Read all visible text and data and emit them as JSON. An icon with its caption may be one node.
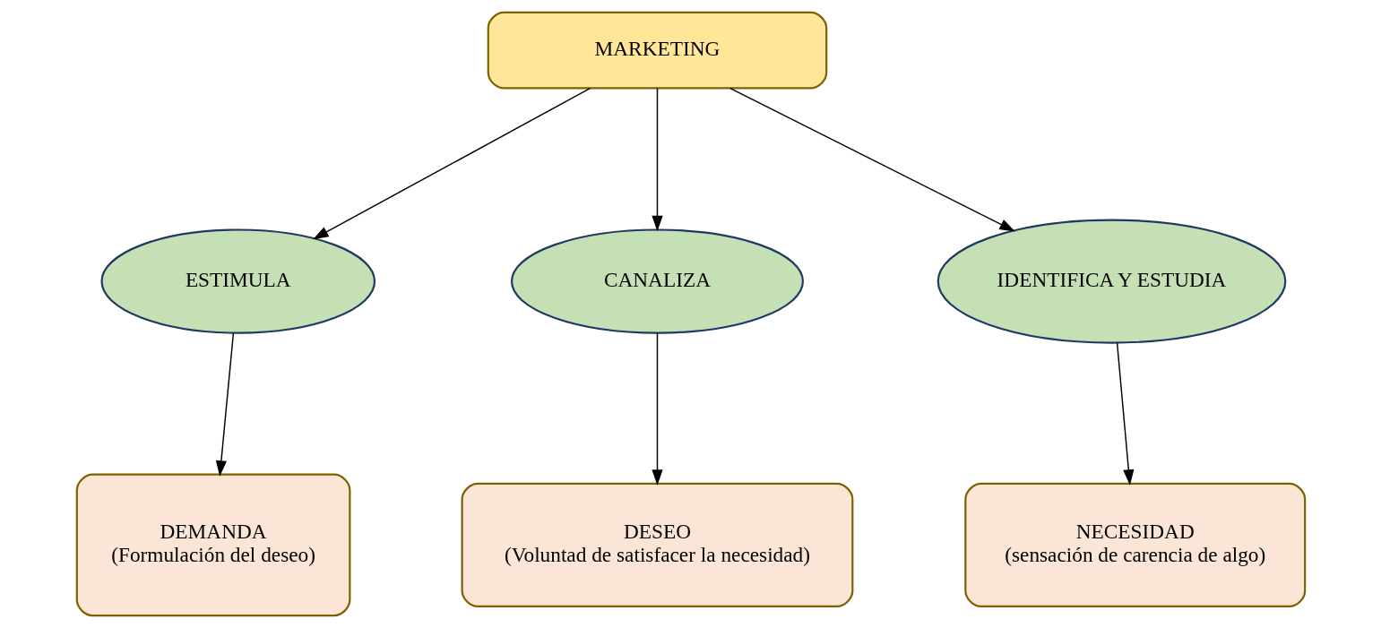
{
  "diagram": {
    "nodes": [
      {
        "text": [
          "MARKETING"
        ]
      },
      {
        "text": [
          "ESTIMULA"
        ]
      },
      {
        "text": [
          "CANALIZA"
        ]
      },
      {
        "text": [
          "IDENTIFICA Y ESTUDIA"
        ]
      },
      {
        "text": [
          "DEMANDA",
          "(Formulación del deseo)"
        ]
      },
      {
        "text": [
          "DESEO",
          "(Voluntad de satisfacer la necesidad)"
        ]
      },
      {
        "text": [
          "NECESIDAD",
          "(sensación de carencia de algo)"
        ]
      }
    ],
    "edges": [
      {
        "from": 0,
        "to": 1,
        "arrow": "to"
      },
      {
        "from": 0,
        "to": 2,
        "arrow": "to"
      },
      {
        "from": 0,
        "to": 3,
        "arrow": "to"
      },
      {
        "from": 1,
        "to": 4,
        "arrow": "to"
      },
      {
        "from": 2,
        "to": 5,
        "arrow": "to"
      },
      {
        "from": 3,
        "to": 6,
        "arrow": "to"
      }
    ]
  }
}
